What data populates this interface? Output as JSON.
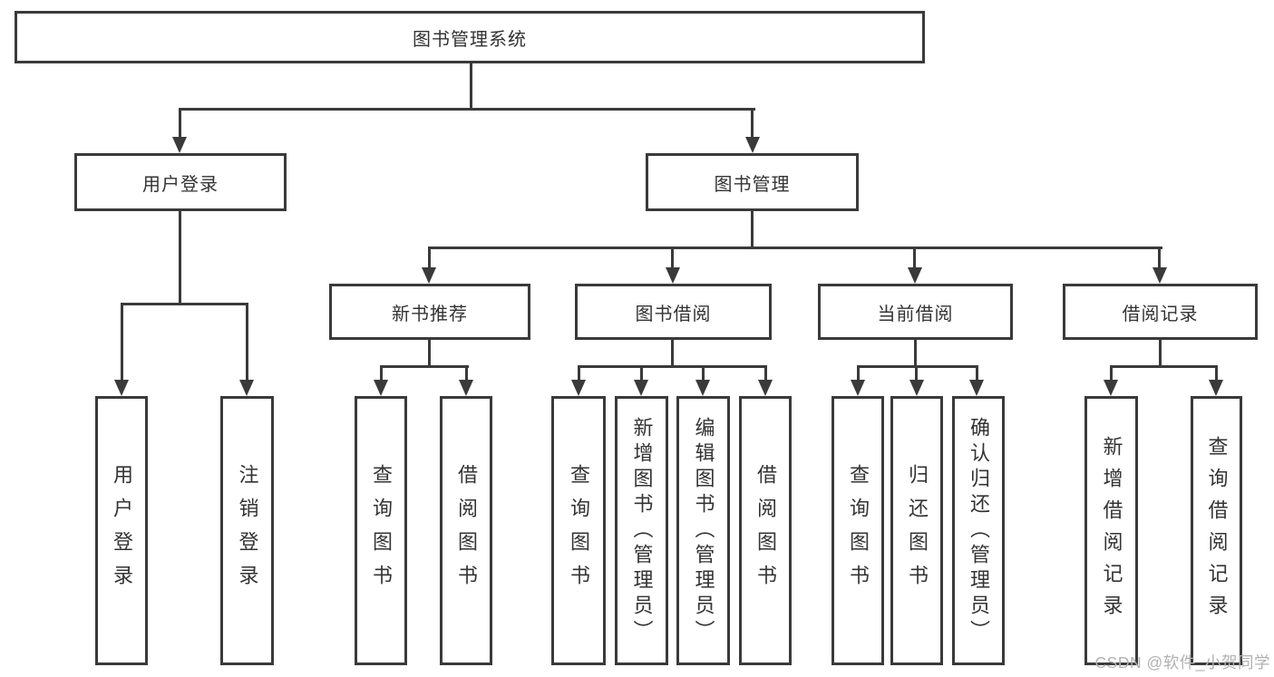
{
  "diagram": {
    "type": "org-tree",
    "title": "图书管理系统",
    "colors": {
      "line": "#3a3a3a",
      "text": "#333333",
      "background": "#ffffff"
    }
  },
  "tree": {
    "label": "图书管理系统",
    "children": [
      {
        "label": "用户登录",
        "children": [
          {
            "label": "用户登录"
          },
          {
            "label": "注销登录"
          }
        ]
      },
      {
        "label": "图书管理",
        "children": [
          {
            "label": "新书推荐",
            "children": [
              {
                "label": "查询图书"
              },
              {
                "label": "借阅图书"
              }
            ]
          },
          {
            "label": "图书借阅",
            "children": [
              {
                "label": "查询图书"
              },
              {
                "label": "新增图书（管理员）"
              },
              {
                "label": "编辑图书（管理员）"
              },
              {
                "label": "借阅图书"
              }
            ]
          },
          {
            "label": "当前借阅",
            "children": [
              {
                "label": "查询图书"
              },
              {
                "label": "归还图书"
              },
              {
                "label": "确认归还（管理员）"
              }
            ]
          },
          {
            "label": "借阅记录",
            "children": [
              {
                "label": "新增借阅记录"
              },
              {
                "label": "查询借阅记录"
              }
            ]
          }
        ]
      }
    ]
  },
  "watermark": {
    "text": "CSDN @软件_小贺同学"
  }
}
